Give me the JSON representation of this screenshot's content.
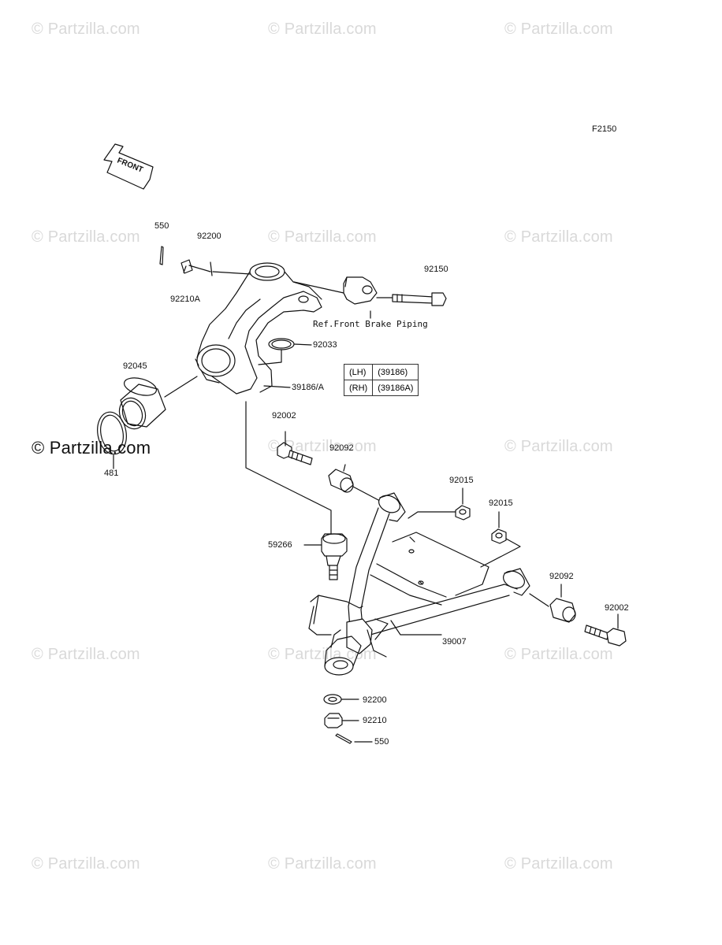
{
  "watermark": "© Partzilla.com",
  "figure_code": "F2150",
  "front_label": "FRONT",
  "labels": {
    "p550_top": "550",
    "p92200_top": "92200",
    "p92210A": "92210A",
    "p92150": "92150",
    "ref_brake": "Ref.Front Brake Piping",
    "p92033": "92033",
    "p39186A": "39186/A",
    "p92045": "92045",
    "p481": "481",
    "p92002_a": "92002",
    "p92092_a": "92092",
    "p92015_a": "92015",
    "p92015_b": "92015",
    "p59266": "59266",
    "p92092_b": "92092",
    "p92002_b": "92002",
    "p39007": "39007",
    "p92200_bot": "92200",
    "p92210": "92210",
    "p550_bot": "550"
  },
  "ref_table": [
    {
      "side": "(LH)",
      "part": "(39186)"
    },
    {
      "side": "(RH)",
      "part": "(39186A)"
    }
  ]
}
